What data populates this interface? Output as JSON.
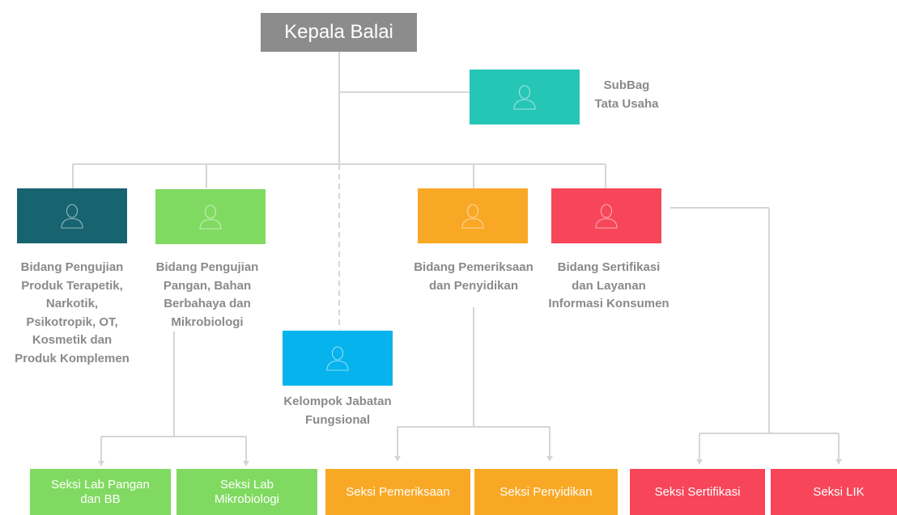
{
  "colors": {
    "root": "#8c8c8c",
    "teal": "#26c6b6",
    "dark_teal": "#176470",
    "green": "#80da61",
    "orange": "#f9a825",
    "red": "#f7465a",
    "blue": "#06b3ec",
    "line": "#d6d6d6",
    "text": "#8a8a8a"
  },
  "root": {
    "label": "Kepala Balai"
  },
  "subbag": {
    "label": "SubBag\nTata Usaha",
    "icon": "person-icon"
  },
  "bidang": [
    {
      "label": "Bidang Pengujian\nProduk Terapetik,\nNarkotik,\nPsikotropik, OT,\nKosmetik dan\nProduk Komplemen",
      "color": "#176470",
      "icon": "person-icon"
    },
    {
      "label": "Bidang Pengujian\nPangan, Bahan\nBerbahaya dan\nMikrobiologi",
      "color": "#80da61",
      "icon": "person-icon"
    },
    {
      "label": "Bidang Pemeriksaan\ndan Penyidikan",
      "color": "#f9a825",
      "icon": "person-icon"
    },
    {
      "label": "Bidang Sertifikasi\ndan Layanan\nInformasi Konsumen",
      "color": "#f7465a",
      "icon": "person-icon"
    }
  ],
  "fungsional": {
    "label": "Kelompok Jabatan\nFungsional",
    "color": "#06b3ec",
    "icon": "person-icon"
  },
  "seksi": [
    {
      "label": "Seksi Lab Pangan\ndan BB",
      "color": "#80da61"
    },
    {
      "label": "Seksi Lab\nMikrobiologi",
      "color": "#80da61"
    },
    {
      "label": "Seksi Pemeriksaan",
      "color": "#f9a825"
    },
    {
      "label": "Seksi Penyidikan",
      "color": "#f9a825"
    },
    {
      "label": "Seksi Sertifikasi",
      "color": "#f7465a"
    },
    {
      "label": "Seksi LIK",
      "color": "#f7465a"
    }
  ]
}
